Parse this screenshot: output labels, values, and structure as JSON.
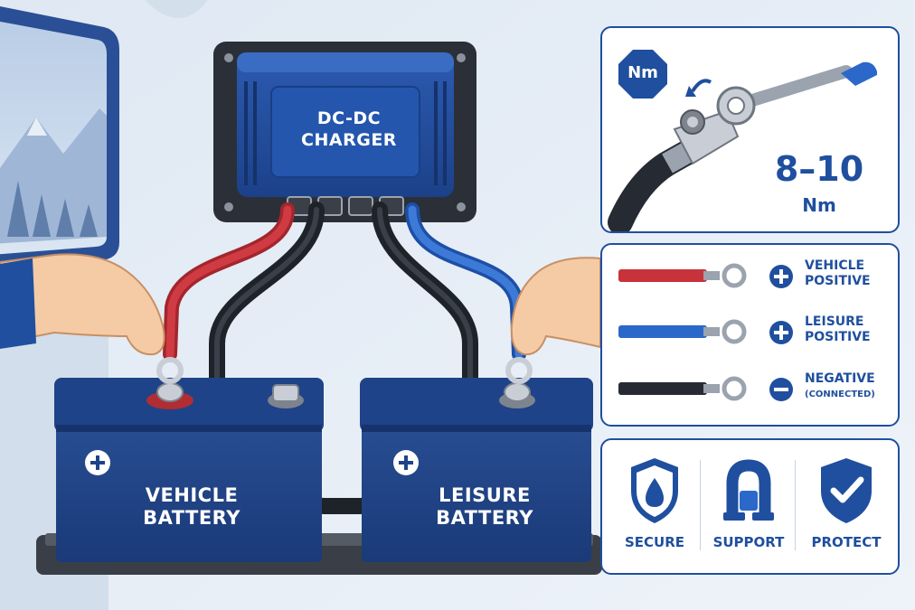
{
  "charger": {
    "label_line1": "DC-DC",
    "label_line2": "CHARGER"
  },
  "batteries": {
    "vehicle": {
      "line1": "VEHICLE",
      "line2": "BATTERY"
    },
    "leisure": {
      "line1": "LEISURE",
      "line2": "BATTERY"
    }
  },
  "torque": {
    "badge": "Nm",
    "value": "8–10",
    "unit": "Nm"
  },
  "legend": [
    {
      "line1": "VEHICLE",
      "line2": "POSITIVE",
      "wire_color": "#c8323a",
      "sign": "plus"
    },
    {
      "line1": "LEISURE",
      "line2": "POSITIVE",
      "wire_color": "#2b68c9",
      "sign": "plus"
    },
    {
      "line1": "NEGATIVE",
      "line2": "(CONNECTED)",
      "wire_color": "#262b33",
      "sign": "minus"
    }
  ],
  "features": [
    {
      "label": "SECURE",
      "icon": "shield-droplet-icon"
    },
    {
      "label": "SUPPORT",
      "icon": "cable-clip-icon"
    },
    {
      "label": "PROTECT",
      "icon": "shield-check-icon"
    }
  ],
  "colors": {
    "brand_blue": "#1f4f9e",
    "battery_blue": "#1d3d7c",
    "positive_red": "#c8323a",
    "leisure_blue": "#2b68c9",
    "negative_black": "#262b33",
    "background": "#e4ecf5"
  }
}
